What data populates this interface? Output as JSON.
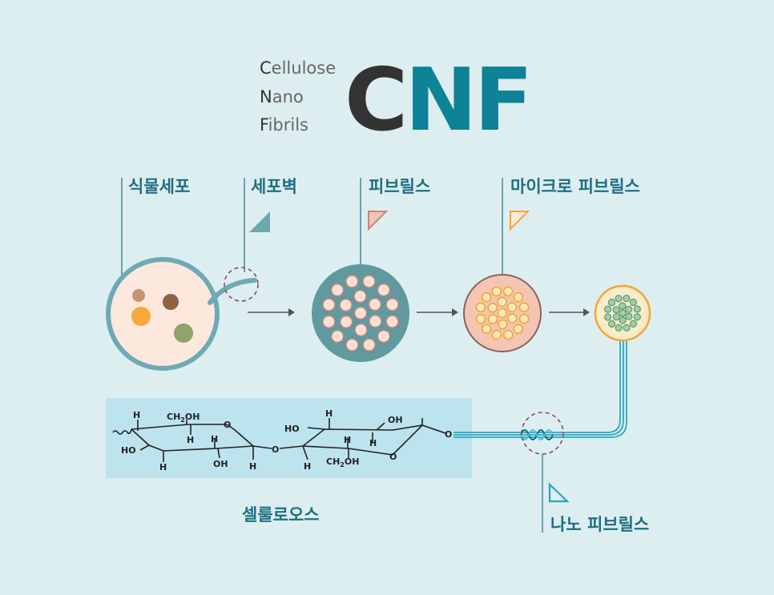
{
  "header": {
    "acronym_lines": [
      {
        "first": "C",
        "rest": "ellulose"
      },
      {
        "first": "N",
        "rest": "ano"
      },
      {
        "first": "F",
        "rest": "ibrils"
      }
    ],
    "big_title": {
      "c": "C",
      "nf": "NF"
    }
  },
  "labels": {
    "plant_cell": "식물세포",
    "cell_wall": "세포벽",
    "fibrils": "피브릴스",
    "micro_fibrils": "마이크로 피브릴스",
    "cellulose": "셀룰로오스",
    "nano_fibrils": "나노 피브릴스"
  },
  "molecule": {
    "atoms": {
      "h": "H",
      "o": "O",
      "ho": "HO",
      "oh": "OH",
      "ch2oh_a": "CH",
      "ch2oh_sub": "2",
      "ch2oh_b": "OH"
    }
  },
  "colors": {
    "background": "#ddeef1",
    "teal": "#0e8296",
    "teal_dark": "#1f6f82",
    "title_dark": "#333333",
    "cell_border": "#6eaab6",
    "cell_fill": "#fde8dd",
    "molecule_band": "#bde3ee",
    "orange": "#f0a63a",
    "green_dot": "#8fbf9b"
  },
  "icons": [
    "arrow-right-icon",
    "triangle-flag-icon",
    "magnifier-circle-icon"
  ]
}
